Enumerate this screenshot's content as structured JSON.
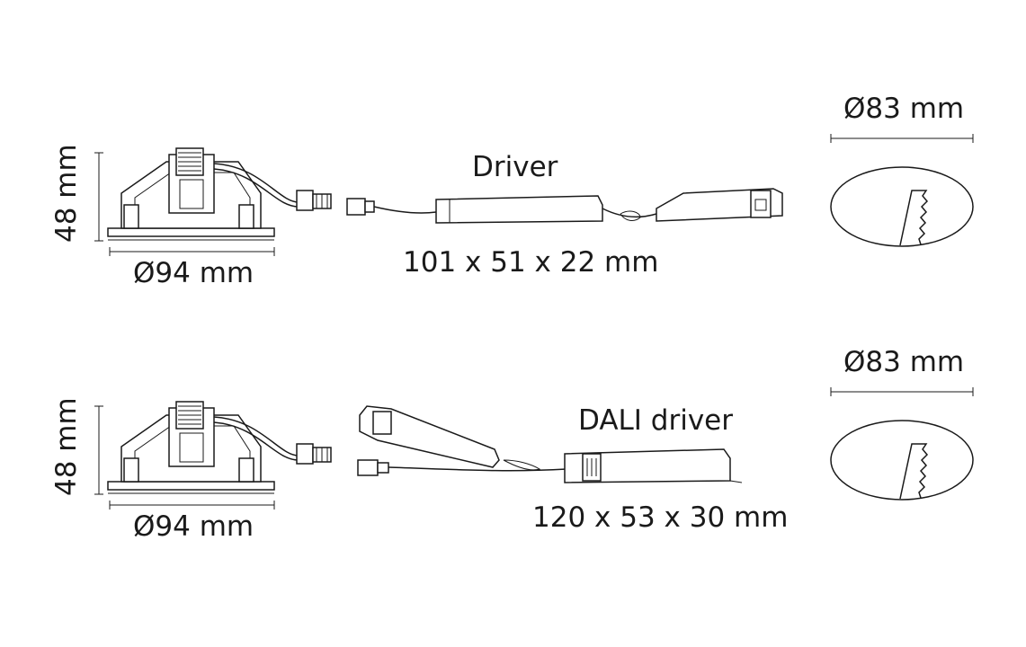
{
  "rows": [
    {
      "height_label": "48 mm",
      "diameter_label": "Ø94 mm",
      "driver_title": "Driver",
      "driver_dims": "101 x 51 x 22 mm",
      "cutout_label": "Ø83 mm"
    },
    {
      "height_label": "48 mm",
      "diameter_label": "Ø94 mm",
      "driver_title": "DALI driver",
      "driver_dims": "120 x 53 x 30 mm",
      "cutout_label": "Ø83 mm"
    }
  ]
}
